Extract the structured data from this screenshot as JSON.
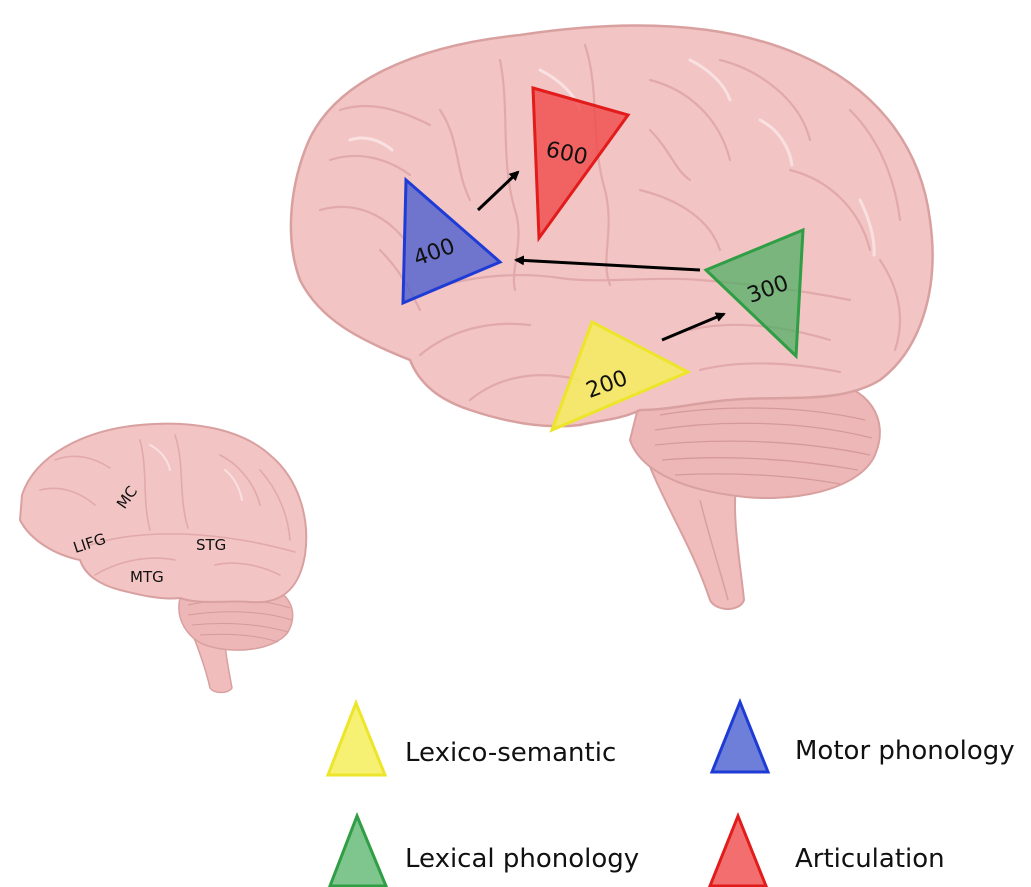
{
  "diagram": {
    "main_brain": {
      "regions": [
        {
          "id": "lexico-semantic",
          "time_label": "200",
          "color": "#f2ea3c",
          "stroke": "#e8e01a"
        },
        {
          "id": "lexical-phonology",
          "time_label": "300",
          "color": "#4caf62",
          "stroke": "#2f9e44"
        },
        {
          "id": "motor-phonology",
          "time_label": "400",
          "color": "#4a5fd0",
          "stroke": "#1f3bd6"
        },
        {
          "id": "articulation",
          "time_label": "600",
          "color": "#f04a4a",
          "stroke": "#e21b1b"
        }
      ],
      "arrows": [
        {
          "from": "lexico-semantic",
          "to": "lexical-phonology"
        },
        {
          "from": "lexical-phonology",
          "to": "motor-phonology"
        },
        {
          "from": "motor-phonology",
          "to": "articulation"
        }
      ]
    },
    "small_brain": {
      "labels": {
        "lifg": "LIFG",
        "mc": "MC",
        "stg": "STG",
        "mtg": "MTG"
      }
    },
    "legend": {
      "lexico_semantic": "Lexico-semantic",
      "motor_phonology": "Motor phonology",
      "lexical_phonology": "Lexical phonology",
      "articulation": "Articulation"
    },
    "colors": {
      "brain_fill": "#f2c4c4",
      "brain_stroke": "#d9a0a0",
      "brain_fold": "#e2a9aa",
      "brain_highlight": "#fbe6e6"
    }
  }
}
